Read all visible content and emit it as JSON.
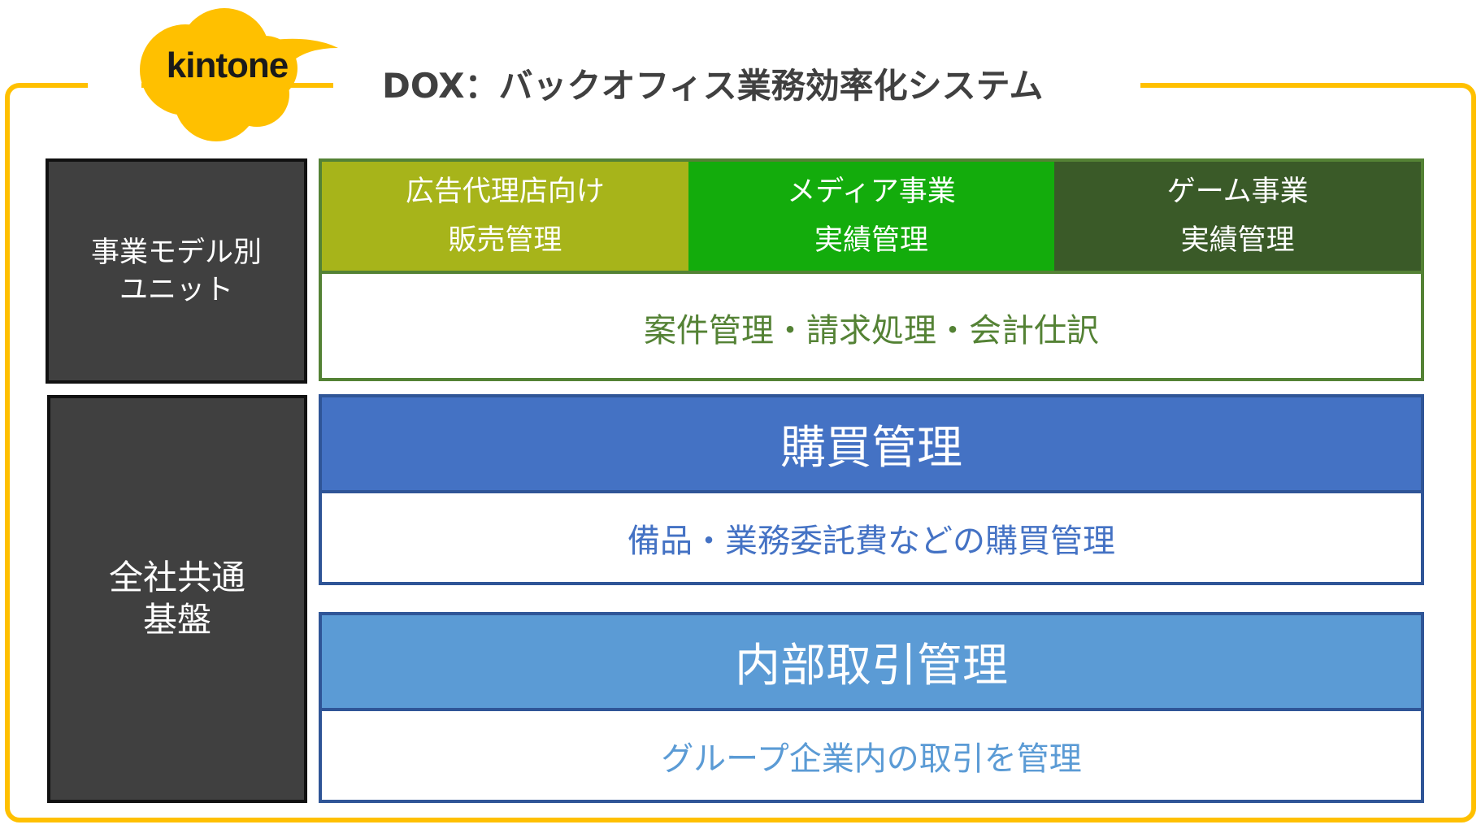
{
  "header": {
    "logo_text": "kintone",
    "title": "DOX：バックオフィス業務効率化システム"
  },
  "colors": {
    "frame": "#ffc000",
    "side": "#404040",
    "green_border": "#548235",
    "cell1": "#a7b41a",
    "cell2": "#13ac0c",
    "cell3": "#3a5a28",
    "blue_dark": "#4472c4",
    "blue_light": "#5b9bd5"
  },
  "left_labels": {
    "business_units": "事業モデル別\nユニット",
    "common_platform": "全社共通\n基盤"
  },
  "business_units": {
    "cells": [
      {
        "line1": "広告代理店向け",
        "line2": "販売管理"
      },
      {
        "line1": "メディア事業",
        "line2": "実績管理"
      },
      {
        "line1": "ゲーム事業",
        "line2": "実績管理"
      }
    ],
    "shared": "案件管理・請求処理・会計仕訳"
  },
  "purchasing": {
    "title": "購買管理",
    "description": "備品・業務委託費などの購買管理"
  },
  "intercompany": {
    "title": "内部取引管理",
    "description": "グループ企業内の取引を管理"
  }
}
